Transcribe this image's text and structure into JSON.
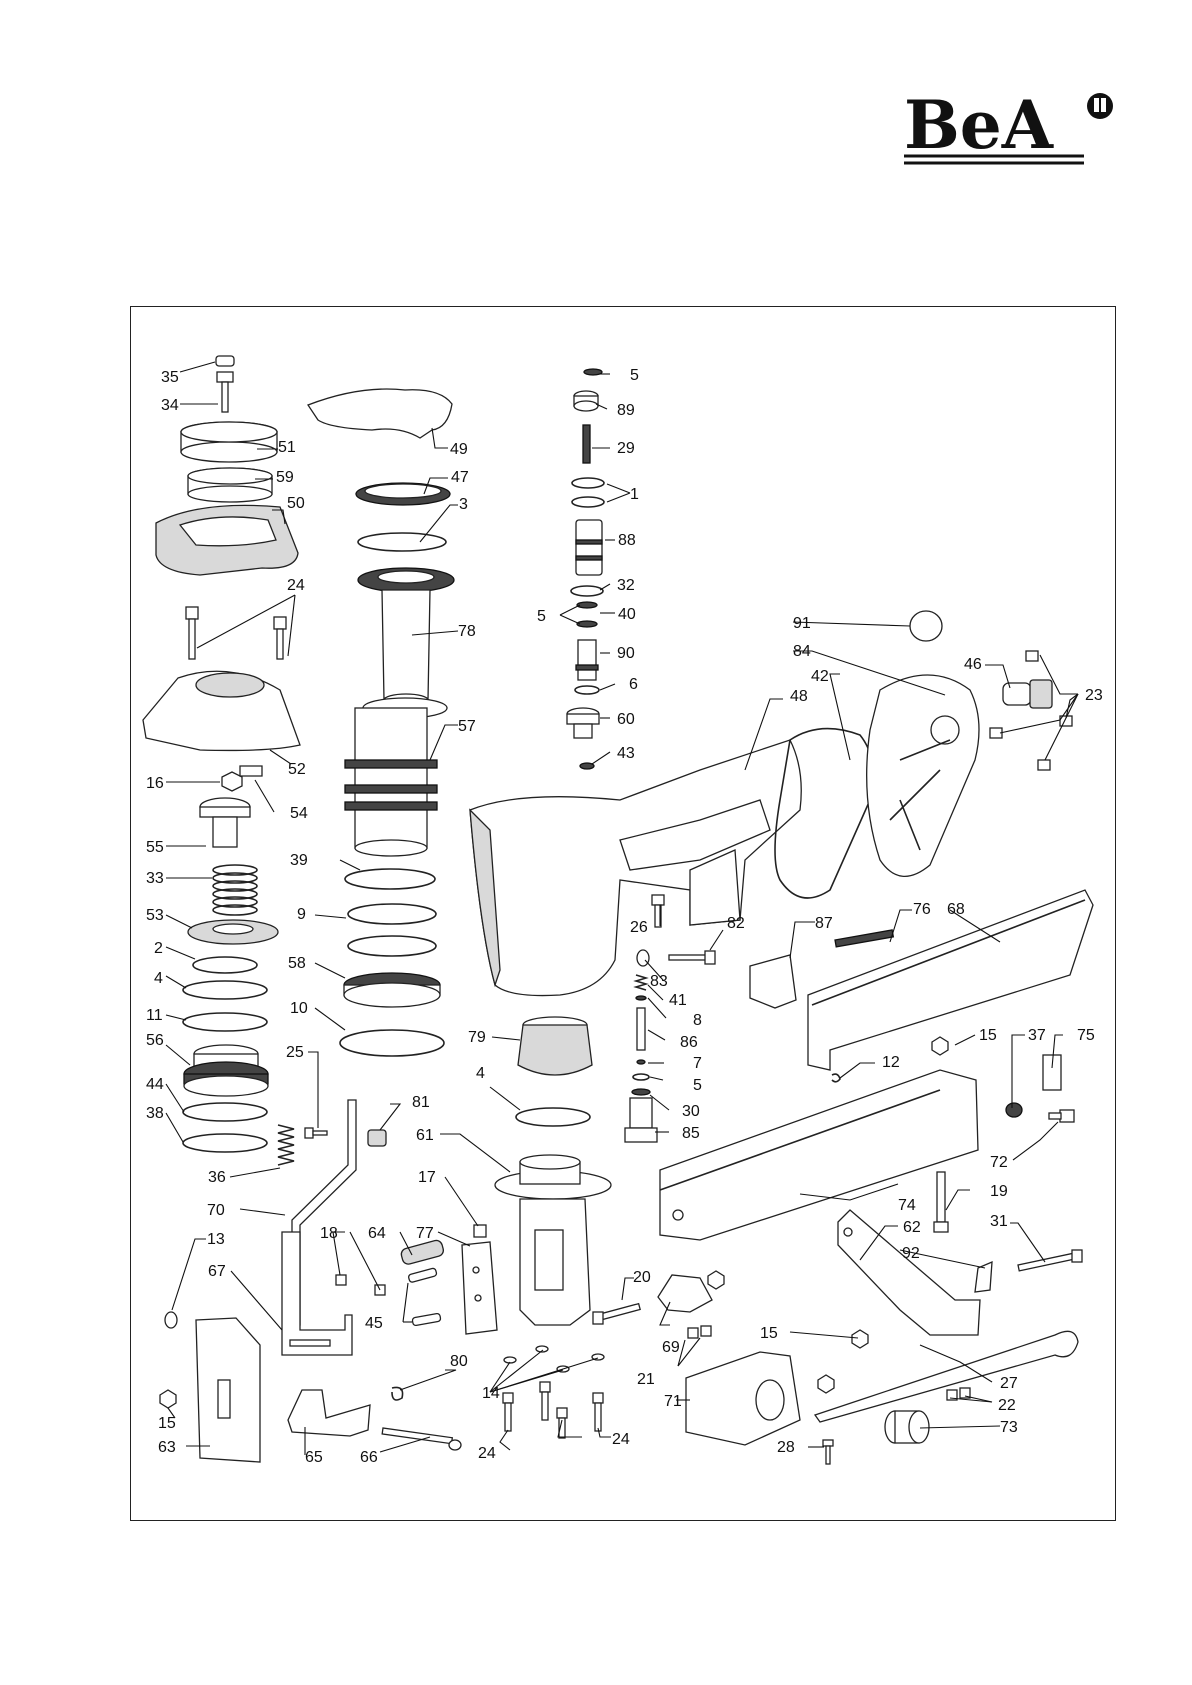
{
  "brand": {
    "logo_text": "BeA"
  },
  "callouts": {
    "c35": "35",
    "c34": "34",
    "c51": "51",
    "c59": "59",
    "c50": "50",
    "c24a": "24",
    "c52": "52",
    "c16": "16",
    "c54": "54",
    "c55": "55",
    "c33": "33",
    "c53": "53",
    "c2": "2",
    "c4a": "4",
    "c11": "11",
    "c56": "56",
    "c44": "44",
    "c38": "38",
    "c36": "36",
    "c25": "25",
    "c13": "13",
    "c70": "70",
    "c67": "67",
    "c15a": "15",
    "c63": "63",
    "c65": "65",
    "c66": "66",
    "c18": "18",
    "c45": "45",
    "c64": "64",
    "c77": "77",
    "c17": "17",
    "c80": "80",
    "c81": "81",
    "c14": "14",
    "c24b": "24",
    "c24c": "24",
    "c49": "49",
    "c47": "47",
    "c3": "3",
    "c78": "78",
    "c57": "57",
    "c39": "39",
    "c9": "9",
    "c58": "58",
    "c10": "10",
    "c5a": "5",
    "c89": "89",
    "c29": "29",
    "c1": "1",
    "c88": "88",
    "c32": "32",
    "c5b": "5",
    "c40": "40",
    "c90": "90",
    "c6": "6",
    "c60": "60",
    "c43": "43",
    "c26": "26",
    "c82": "82",
    "c83": "83",
    "c41": "41",
    "c8": "8",
    "c86": "86",
    "c7": "7",
    "c5c": "5",
    "c30": "30",
    "c85": "85",
    "c79": "79",
    "c4b": "4",
    "c61": "61",
    "c20": "20",
    "c69": "69",
    "c21": "21",
    "c71": "71",
    "c91": "91",
    "c84": "84",
    "c42": "42",
    "c48": "48",
    "c46": "46",
    "c23": "23",
    "c76": "76",
    "c68": "68",
    "c87": "87",
    "c15b": "15",
    "c37": "37",
    "c75": "75",
    "c12": "12",
    "c72": "72",
    "c74": "74",
    "c19": "19",
    "c31": "31",
    "c62": "62",
    "c92": "92",
    "c15c": "15",
    "c15d": "15",
    "c27": "27",
    "c22": "22",
    "c73": "73",
    "c28": "28"
  }
}
